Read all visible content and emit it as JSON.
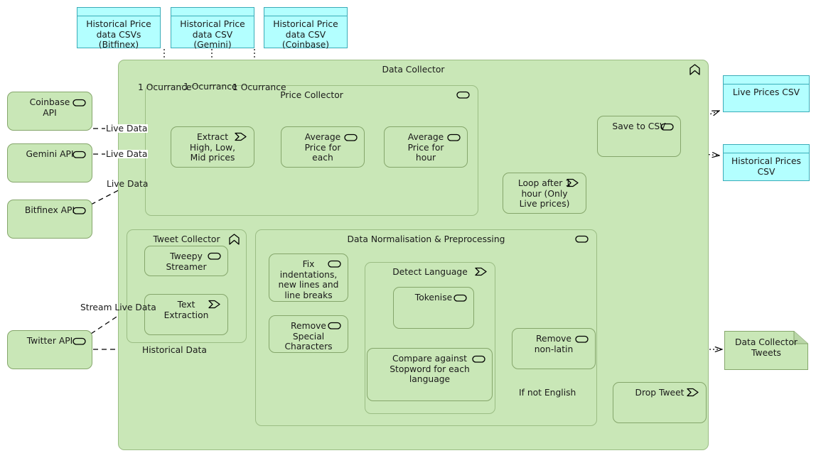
{
  "diagram": {
    "title": "Data Collector",
    "palette": {
      "process_fill": "#c9e7b7",
      "process_stroke": "#85a66b",
      "group_stroke": "#9bbd84",
      "data_object_fill": "#b3ffff",
      "data_object_stroke": "#3aacb8",
      "edge_color": "#000000",
      "text_color": "#1a1a1a"
    }
  },
  "data_objects": [
    {
      "id": "csv-bitfinex",
      "label": "Historical Price\ndata CSVs\n(Bitfinex)"
    },
    {
      "id": "csv-gemini",
      "label": "Historical Price\ndata CSV\n(Gemini)"
    },
    {
      "id": "csv-coinbase",
      "label": "Historical Price\ndata CSV\n(Coinbase)"
    },
    {
      "id": "live-prices-csv",
      "label": "Live Prices CSV"
    },
    {
      "id": "historical-prices-csv",
      "label": "Historical Prices\nCSV"
    }
  ],
  "external_apis": [
    {
      "id": "coinbase-api",
      "label": "Coinbase\nAPI",
      "icon": "process-icon"
    },
    {
      "id": "gemini-api",
      "label": "Gemini API",
      "icon": "process-icon"
    },
    {
      "id": "bitfinex-api",
      "label": "Bitfinex API",
      "icon": "process-icon"
    },
    {
      "id": "twitter-api",
      "label": "Twitter API",
      "icon": "process-icon"
    }
  ],
  "containers": {
    "data_collector": {
      "label": "Data Collector",
      "icon": "grouping-chevron-icon"
    },
    "price_collector": {
      "label": "Price Collector",
      "icon": "process-icon"
    },
    "tweet_collector": {
      "label": "Tweet Collector",
      "icon": "grouping-chevron-icon"
    },
    "data_normalisation": {
      "label": "Data Normalisation & Preprocessing",
      "icon": "process-icon"
    },
    "detect_language": {
      "label": "Detect Language",
      "icon": "function-icon"
    }
  },
  "processes": [
    {
      "id": "extract-prices",
      "label": "Extract\nHigh, Low,\nMid prices",
      "icon": "function-icon"
    },
    {
      "id": "average-each",
      "label": "Average\nPrice for\neach",
      "icon": "process-icon"
    },
    {
      "id": "average-hour",
      "label": "Average\nPrice for\nhour",
      "icon": "process-icon"
    },
    {
      "id": "save-to-csv",
      "label": "Save to CSV",
      "icon": "process-icon"
    },
    {
      "id": "loop-after-hour",
      "label": "Loop after 1\nhour (Only\nLive prices)",
      "icon": "function-icon"
    },
    {
      "id": "tweepy-streamer",
      "label": "Tweepy\nStreamer",
      "icon": "process-icon"
    },
    {
      "id": "text-extraction",
      "label": "Text\nExtraction",
      "icon": "function-icon"
    },
    {
      "id": "fix-indentations",
      "label": "Fix\nindentations,\nnew lines and\nline breaks",
      "icon": "process-icon"
    },
    {
      "id": "remove-special",
      "label": "Remove\nSpecial\nCharacters",
      "icon": "process-icon"
    },
    {
      "id": "tokenise",
      "label": "Tokenise",
      "icon": "process-icon"
    },
    {
      "id": "compare-stopword",
      "label": "Compare against\nStopword for each\nlanguage",
      "icon": "process-icon"
    },
    {
      "id": "remove-non-latin",
      "label": "Remove\nnon-latin",
      "icon": "process-icon"
    },
    {
      "id": "drop-tweet",
      "label": "Drop Tweet",
      "icon": "function-icon"
    }
  ],
  "deliverables": [
    {
      "id": "data-collector-tweets",
      "label": "Data Collector\nTweets"
    }
  ],
  "edge_labels": [
    {
      "id": "ocurrance-1",
      "text": "1 Ocurrance"
    },
    {
      "id": "ocurrance-2",
      "text": "1 Ocurrance"
    },
    {
      "id": "ocurrance-3",
      "text": "1 Ocurrance"
    },
    {
      "id": "live-data-coinbase",
      "text": "Live Data"
    },
    {
      "id": "live-data-gemini",
      "text": "Live Data"
    },
    {
      "id": "live-data-bitfinex",
      "text": "Live Data"
    },
    {
      "id": "stream-live-data",
      "text": "Stream Live Data"
    },
    {
      "id": "historical-data",
      "text": "Historical Data"
    },
    {
      "id": "if-not-english",
      "text": "If not English"
    }
  ]
}
